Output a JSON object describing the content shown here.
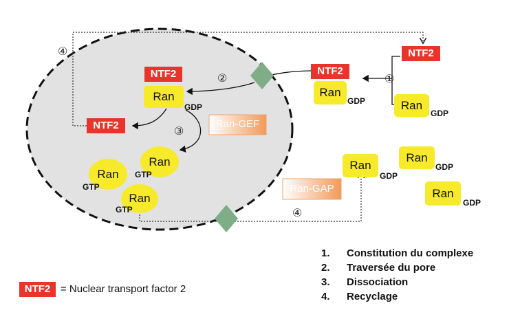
{
  "labels": {
    "ntf2": "NTF2",
    "ran": "Ran",
    "gdp": "GDP",
    "gtp": "GTP",
    "ran_gef": "Ran-GEF",
    "ran_gap": "Ran-GAP",
    "step1": "①",
    "step2": "②",
    "step3": "③",
    "step4": "④"
  },
  "legend": {
    "key_label": "NTF2",
    "key_text": "= Nuclear transport factor 2",
    "steps": [
      {
        "num": "1.",
        "text": "Constitution du complexe"
      },
      {
        "num": "2.",
        "text": "Traversée du pore"
      },
      {
        "num": "3.",
        "text": "Dissociation"
      },
      {
        "num": "4.",
        "text": "Recyclage"
      }
    ]
  },
  "colors": {
    "ntf2": "#e8342a",
    "ran": "#f7ea2b",
    "pore": "#7fae86",
    "nucleus_fill": "#e2e2e2",
    "enzyme_gradient_start": "#ffffff",
    "enzyme_gradient_end": "#f19a5a"
  }
}
